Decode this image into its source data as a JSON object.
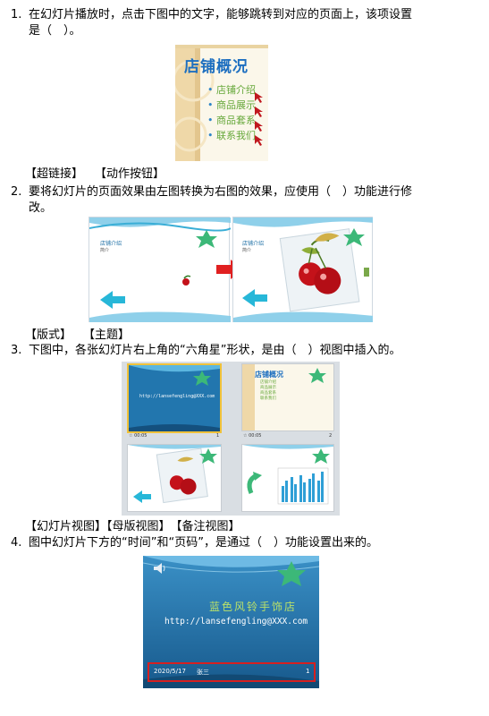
{
  "q1": {
    "number": "1.",
    "line1": "在幻灯片播放时，点击下图中的文字，能够跳转到对应的页面上，该项设置",
    "line2": "是（　）。",
    "slide_title": "店铺概况",
    "bullets": [
      "店铺介绍",
      "商品展示",
      "商品套系",
      "联系我们"
    ],
    "options": "【超链接】　　【动作按钮】"
  },
  "q2": {
    "number": "2.",
    "line1": "要将幻灯片的页面效果由左图转换为右图的效果，应使用（　）功能进行修",
    "line2": "改。",
    "left_slide_title": "店铺介绍",
    "left_slide_sub": "简介",
    "right_slide_title": "店铺介绍",
    "right_slide_sub": "简介",
    "options": "【版式】　　【主题】"
  },
  "q3": {
    "number": "3.",
    "line": "下图中，各张幻灯片右上角的“六角星”形状，是由（　）视图中插入的。",
    "thumb1_text": "http://lansefengling@XXX.com",
    "thumb1_time": "00:05",
    "thumb1_num": "1",
    "thumb2_title": "店铺概况",
    "thumb2_bullets": [
      "店铺介绍",
      "商品展示",
      "商品套系",
      "联系我们"
    ],
    "thumb2_time": "00:05",
    "thumb2_num": "2",
    "options": "【幻灯片视图】【母版视图】　【备注视图】"
  },
  "q4": {
    "number": "4.",
    "line": "图中幻灯片下方的“时间”和“页码”，是通过（　）功能设置出来的。",
    "slide_title": "蓝色风铃手饰店",
    "slide_url": "http://lansefengling@XXX.com",
    "footer_date": "2020/5/17",
    "footer_name": "张三",
    "footer_page": "1"
  },
  "colors": {
    "star_green": "#3cb878",
    "slide_blue": "#1d6fa5",
    "footer_red": "#d62020",
    "bullet_green": "#66a83a",
    "arrow_cyan": "#27b7d8",
    "arrow_red": "#e02020"
  }
}
